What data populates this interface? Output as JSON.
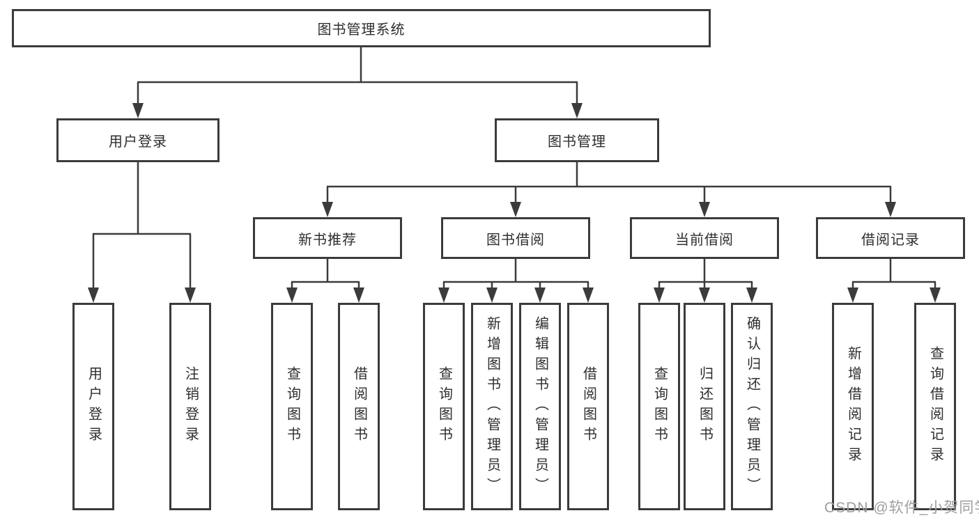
{
  "colors": {
    "line": "#3b3b3b",
    "box_border": "#3b3b3b",
    "text": "#2e2e2e",
    "watermark": "#9e9e9e",
    "background": "#ffffff"
  },
  "diagram": {
    "root": "图书管理系统",
    "branches": {
      "user_login": "用户登录",
      "book_management": "图书管理"
    },
    "user_login_children": {
      "login": "用户登录",
      "logout": "注销登录"
    },
    "book_management_children": {
      "new_book_recommend": "新书推荐",
      "book_borrow": "图书借阅",
      "current_borrow": "当前借阅",
      "borrow_record": "借阅记录"
    },
    "new_book_recommend_children": {
      "query_books": "查询图书",
      "borrow_books": "借阅图书"
    },
    "book_borrow_children": {
      "query_books": "查询图书",
      "add_books": "新增图书（管理员）",
      "edit_books": "编辑图书（管理员）",
      "borrow_books": "借阅图书"
    },
    "current_borrow_children": {
      "query_books": "查询图书",
      "return_books": "归还图书",
      "confirm_return": "确认归还（管理员）"
    },
    "borrow_record_children": {
      "add_record": "新增借阅记录",
      "query_record": "查询借阅记录"
    }
  },
  "watermark": "CSDN @软件_小贺同学"
}
